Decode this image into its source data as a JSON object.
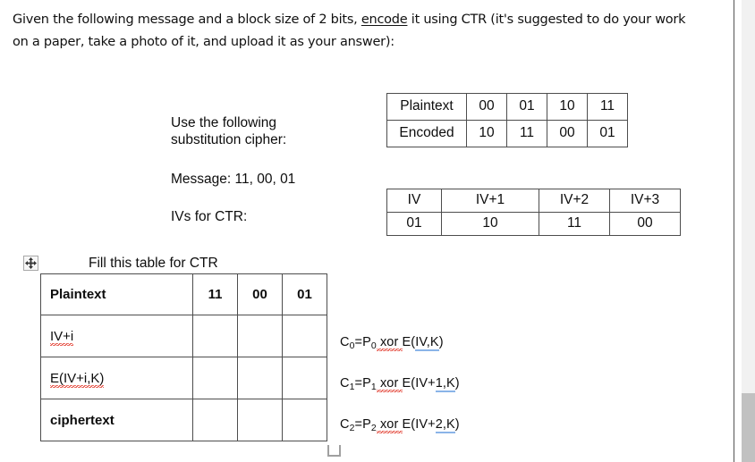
{
  "prompt": {
    "line1_before": "Given the following message and a block size of 2 bits, ",
    "line1_link": "encode",
    "line1_after": " it using CTR (it's suggested to do your work",
    "line2": "on a paper, take a photo of it, and upload it as your answer):"
  },
  "instructions": {
    "cipher_intro": "Use the following\nsubstitution cipher:",
    "message": "Message: 11, 00, 01",
    "ivs": "IVs for CTR:"
  },
  "substitution_table": {
    "rows": [
      {
        "label": "Plaintext",
        "values": [
          "00",
          "01",
          "10",
          "11"
        ]
      },
      {
        "label": "Encoded",
        "values": [
          "10",
          "11",
          "00",
          "01"
        ]
      }
    ]
  },
  "iv_table": {
    "headers": [
      "IV",
      "IV+1",
      "IV+2",
      "IV+3"
    ],
    "values": [
      "01",
      "10",
      "11",
      "00"
    ]
  },
  "answer_table": {
    "caption": "Fill this table for CTR",
    "header": {
      "label": "Plaintext",
      "values": [
        "11",
        "00",
        "01"
      ]
    },
    "rows": [
      {
        "label": "IV+i",
        "values": [
          "",
          "",
          ""
        ]
      },
      {
        "label": "E(IV+i,K)",
        "values": [
          "",
          "",
          ""
        ]
      },
      {
        "label": "ciphertext",
        "values": [
          "",
          "",
          ""
        ]
      }
    ]
  },
  "formulas": [
    {
      "lead": "C",
      "lead_sub": "0",
      "eq": "=P",
      "p_sub": "0",
      "op": " xor ",
      "fn_open": "E(",
      "arg": "IV,K",
      "fn_close": ")"
    },
    {
      "lead": "C",
      "lead_sub": "1",
      "eq": "=P",
      "p_sub": "1",
      "op": " xor ",
      "fn_open": "E(",
      "arg_plain": "IV+",
      "arg": "1,K",
      "fn_close": ")"
    },
    {
      "lead": "C",
      "lead_sub": "2",
      "eq": "=P",
      "p_sub": "2",
      "op": " xor ",
      "fn_open": "E(",
      "arg_plain": "IV+",
      "arg": "2,K",
      "fn_close": ")"
    }
  ],
  "icons": {
    "move_handle": "move-four-way-arrow-icon",
    "resize_handle": "table-resize-handle-icon"
  },
  "colors": {
    "spellcheck_red": "#e23b2e",
    "grammar_blue": "#8ab4e8",
    "table_border": "#4d4d4d",
    "scrollbar_thumb": "#c1c1c1"
  }
}
